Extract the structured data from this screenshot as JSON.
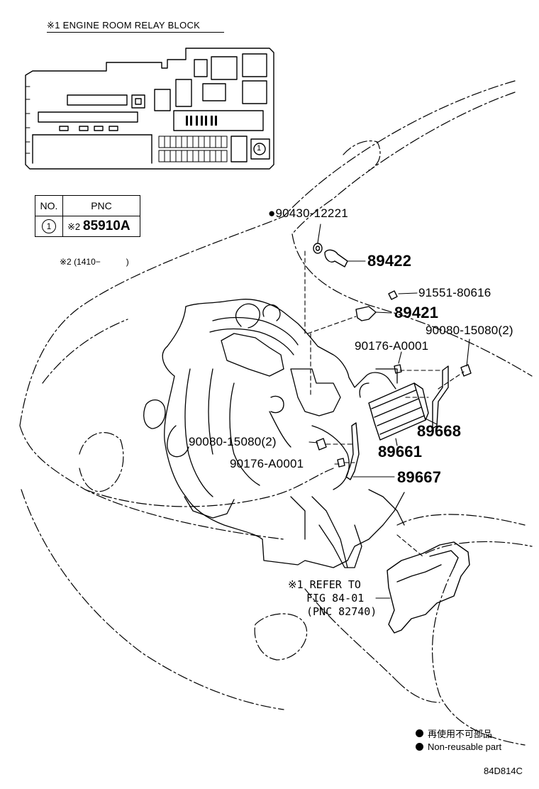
{
  "relay_block": {
    "title": "※1  ENGINE ROOM RELAY BLOCK",
    "circle_number": "1"
  },
  "table": {
    "header_no": "NO.",
    "header_pnc": "PNC",
    "row_no": "1",
    "row_mark": "※2",
    "row_pnc": "85910A"
  },
  "footnote": "※2 (1410−　　　)",
  "parts": {
    "bolt_top": "●90430-12221",
    "sensor": "89422",
    "screw": "91551-80616",
    "bracket_small": "89421",
    "bolt_right": "90080-15080(2)",
    "nut_right": "90176-A0001",
    "bracket_right": "89668",
    "bolt_left": "90080-15080(2)",
    "ecu": "89661",
    "nut_left": "90176-A0001",
    "bracket_left": "89667"
  },
  "refer": {
    "line1": "※1 REFER TO",
    "line2": "FIG 84-01",
    "line3": "(PNC 82740)"
  },
  "legend": {
    "jp": "再使用不可部品",
    "en": "Non-reusable part"
  },
  "figure_code": "84D814C"
}
